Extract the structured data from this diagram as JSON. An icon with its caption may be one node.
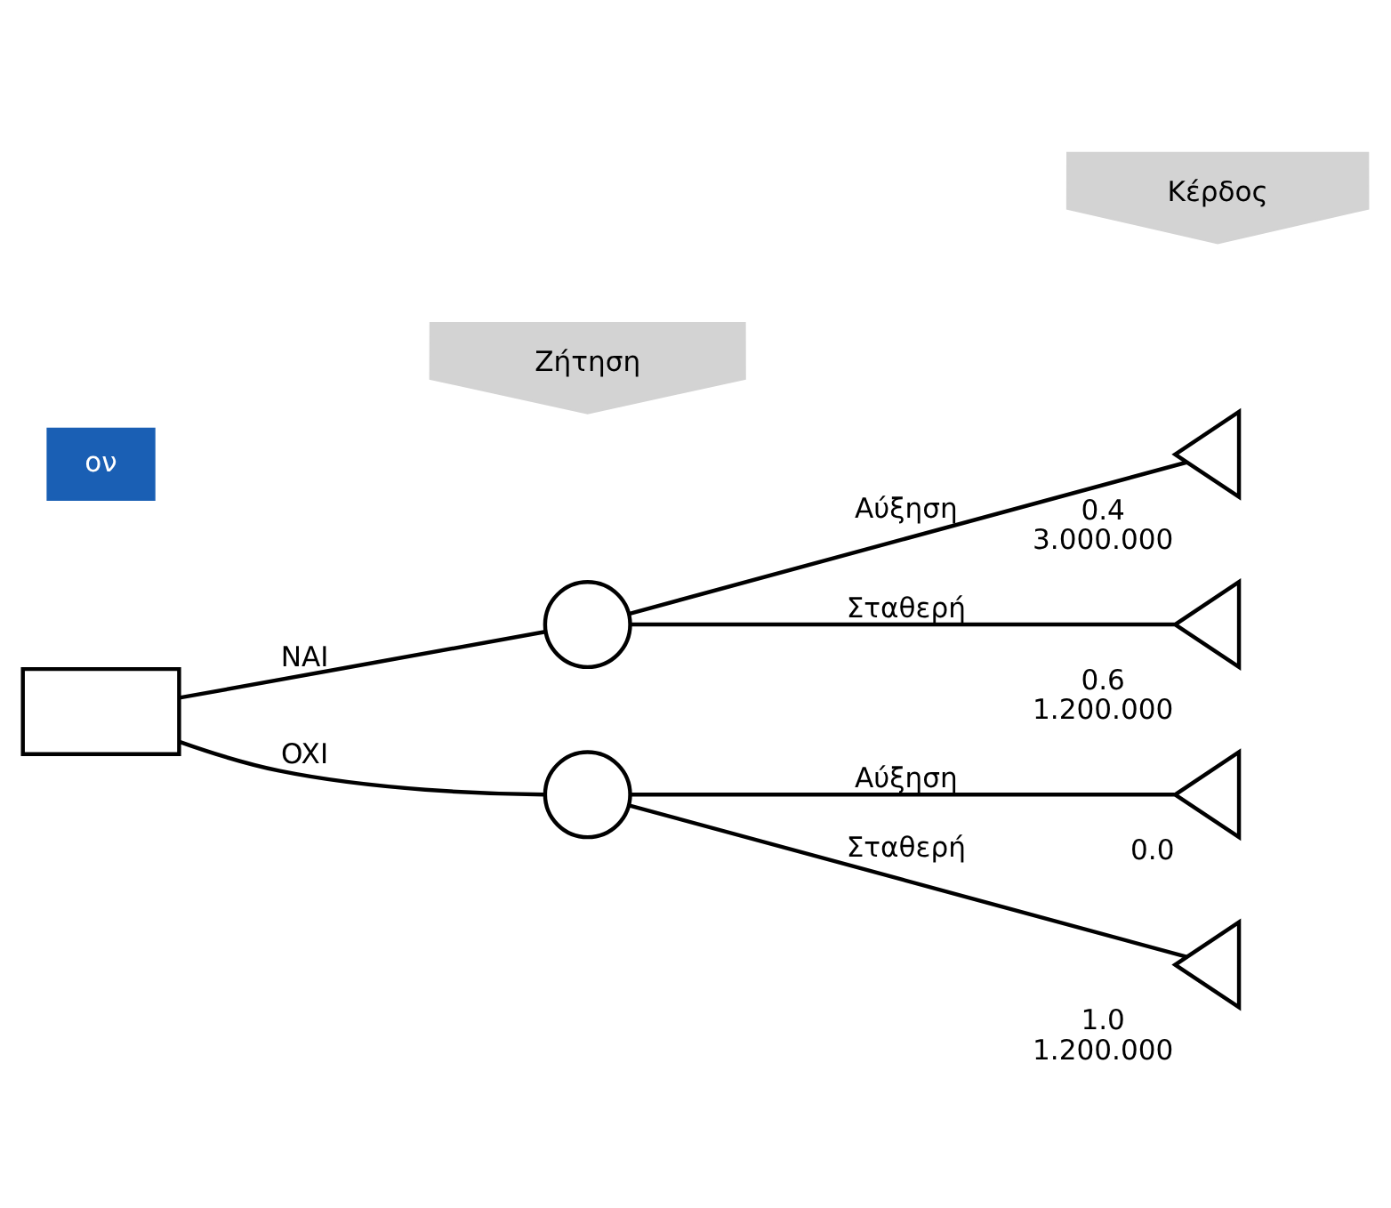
{
  "diagram": {
    "nodes": [
      {
        "text": [
          "ον"
        ]
      },
      {
        "text": [
          "Ζήτηση"
        ]
      },
      {
        "text": [
          "Κέρδος"
        ]
      },
      {
        "text": [],
        "shape": "box"
      },
      {
        "text": [],
        "shape": "circle"
      },
      {
        "text": [],
        "shape": "circle"
      },
      {
        "text": [],
        "shape": "triangle",
        "beside": [
          "0.4",
          "3.000.000"
        ]
      },
      {
        "text": [],
        "shape": "triangle",
        "beside": [
          "0.6",
          "1.200.000"
        ]
      },
      {
        "text": [],
        "shape": "triangle",
        "beside": [
          "0.0"
        ]
      },
      {
        "text": [],
        "shape": "triangle",
        "beside": [
          "1.0",
          "1.200.000"
        ]
      }
    ],
    "edges": [
      {
        "from": 3,
        "to": 4,
        "arrow": "none",
        "label": "NAI"
      },
      {
        "from": 3,
        "to": 5,
        "arrow": "none",
        "label": "OXI"
      },
      {
        "from": 4,
        "to": 6,
        "arrow": "none",
        "label": "Αύξηση"
      },
      {
        "from": 4,
        "to": 7,
        "arrow": "none",
        "label": "Σταθερή"
      },
      {
        "from": 5,
        "to": 8,
        "arrow": "none",
        "label": "Αύξηση"
      },
      {
        "from": 5,
        "to": 9,
        "arrow": "none",
        "label": "Σταθερή"
      }
    ]
  }
}
